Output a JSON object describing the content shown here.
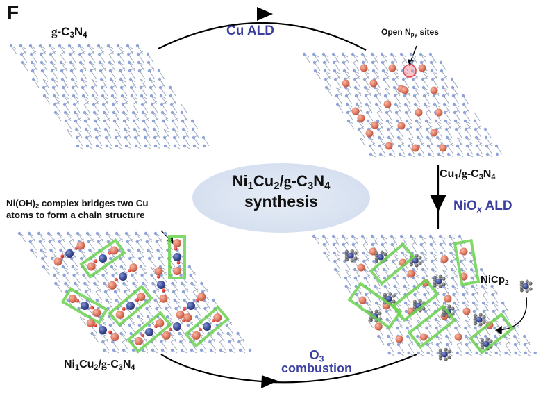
{
  "figure": {
    "panel_letter": "F",
    "center": {
      "title_parts": [
        {
          "t": "Ni"
        },
        {
          "t": "1",
          "sub": true
        },
        {
          "t": "Cu"
        },
        {
          "t": "2",
          "sub": true
        },
        {
          "t": "/"
        },
        {
          "t": "g",
          "serif": true
        },
        {
          "t": "-C"
        },
        {
          "t": "3",
          "sub": true
        },
        {
          "t": "N"
        },
        {
          "t": "4",
          "sub": true
        }
      ],
      "subtitle": "synthesis",
      "fill_color": "#dfe7f3"
    },
    "steps": {
      "cu_ald": "Cu ALD",
      "niox_ald_parts": [
        {
          "t": "NiO"
        },
        {
          "t": "x",
          "sub": true,
          "italic": true
        },
        {
          "t": " ALD"
        }
      ],
      "o3_line1_parts": [
        {
          "t": "O"
        },
        {
          "t": "3",
          "sub": true
        }
      ],
      "o3_line2": "combustion"
    },
    "labels": {
      "gc3n4_parts": [
        {
          "t": "g",
          "serif": true
        },
        {
          "t": "-C"
        },
        {
          "t": "3",
          "sub": true
        },
        {
          "t": "N"
        },
        {
          "t": "4",
          "sub": true
        }
      ],
      "cu1_parts": [
        {
          "t": "Cu"
        },
        {
          "t": "1",
          "sub": true
        },
        {
          "t": "/"
        },
        {
          "t": "g",
          "serif": true
        },
        {
          "t": "-C"
        },
        {
          "t": "3",
          "sub": true
        },
        {
          "t": "N"
        },
        {
          "t": "4",
          "sub": true
        }
      ],
      "ni1cu2_parts": [
        {
          "t": "Ni"
        },
        {
          "t": "1",
          "sub": true
        },
        {
          "t": "Cu"
        },
        {
          "t": "2",
          "sub": true
        },
        {
          "t": "/"
        },
        {
          "t": "g",
          "serif": true
        },
        {
          "t": "-C"
        },
        {
          "t": "3",
          "sub": true
        },
        {
          "t": "N"
        },
        {
          "t": "4",
          "sub": true
        }
      ],
      "open_sites_parts": [
        {
          "t": "Open N"
        },
        {
          "t": "py",
          "sub": true
        },
        {
          "t": " sites"
        }
      ],
      "nicp2_parts": [
        {
          "t": "NiCp"
        },
        {
          "t": "2",
          "sub": true
        }
      ],
      "bridge_line1_parts": [
        {
          "t": "Ni(OH)"
        },
        {
          "t": "2",
          "sub": true
        },
        {
          "t": " complex bridges two Cu"
        }
      ],
      "bridge_line2": "atoms to form a chain structure"
    },
    "colors": {
      "step_text": "#3b3fa0",
      "lattice_n": "#8fa3d6",
      "lattice_bond": "#9aa6bf",
      "cu_atom": "#e07a62",
      "ni_atom": "#3f4f9a",
      "o_atom": "#e0241b",
      "carbon_atom": "#6a6a6a",
      "highlight_box": "#6ad24e",
      "open_site_ring": "#e04550",
      "arrow": "#000000"
    },
    "sheets": [
      {
        "name": "pristine-g-c3n4",
        "state": "bare lattice"
      },
      {
        "name": "cu1-g-c3n4",
        "state": "single Cu atoms anchored"
      },
      {
        "name": "niox-ald-sheet",
        "state": "NiCp2 adsorbed near Cu pairs"
      },
      {
        "name": "ni1cu2-g-c3n4",
        "state": "Cu-Ni(OH)2-Cu chain structures"
      }
    ]
  }
}
